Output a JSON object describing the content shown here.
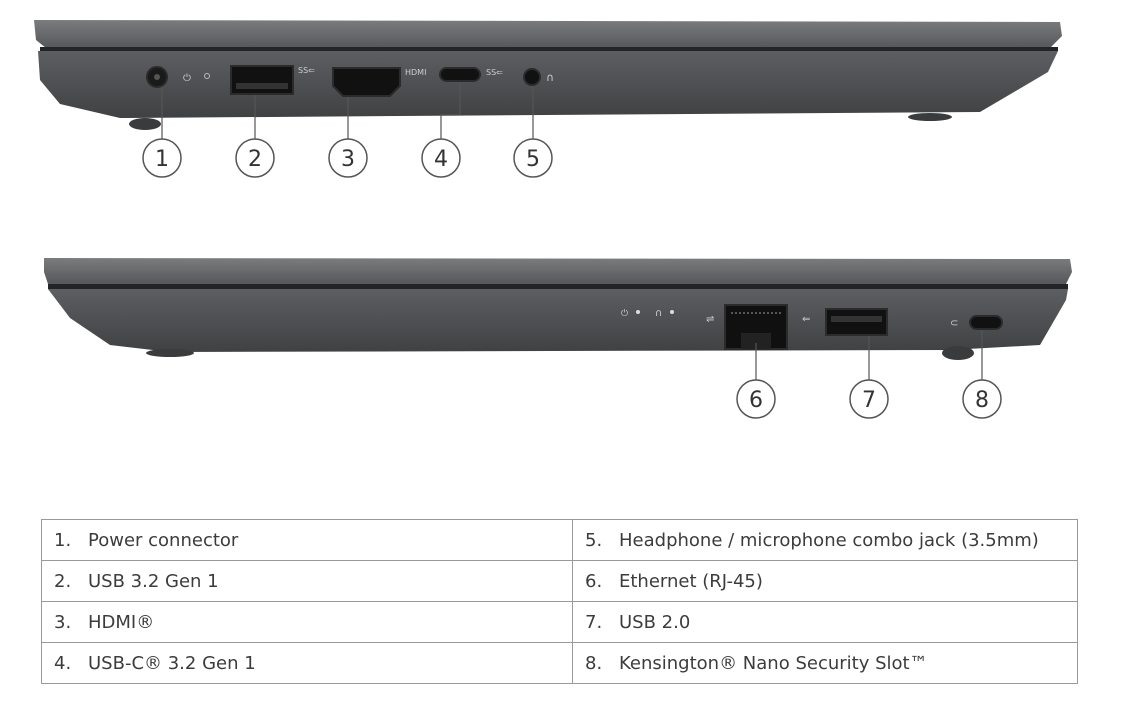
{
  "callouts": [
    "1",
    "2",
    "3",
    "4",
    "5",
    "6",
    "7",
    "8"
  ],
  "port_labels": {
    "usb_a_left": "SS⇐",
    "hdmi": "HDMI",
    "usbc": "SS⇐"
  },
  "table": {
    "rows": [
      {
        "left": {
          "num": "1.",
          "label": "Power connector"
        },
        "right": {
          "num": "5.",
          "label": "Headphone / microphone combo jack (3.5mm)"
        }
      },
      {
        "left": {
          "num": "2.",
          "label": "USB 3.2 Gen 1"
        },
        "right": {
          "num": "6.",
          "label": "Ethernet (RJ-45)"
        }
      },
      {
        "left": {
          "num": "3.",
          "label": "HDMI®"
        },
        "right": {
          "num": "7.",
          "label": "USB 2.0"
        }
      },
      {
        "left": {
          "num": "4.",
          "label": "USB-C® 3.2 Gen 1"
        },
        "right": {
          "num": "8.",
          "label": "Kensington® Nano Security Slot™"
        }
      }
    ]
  },
  "colors": {
    "chassis_top": "#6a6c6e",
    "chassis_body": "#4f5153",
    "chassis_dark": "#2e2f31",
    "port_black": "#111111",
    "callout_stroke": "#555555"
  }
}
